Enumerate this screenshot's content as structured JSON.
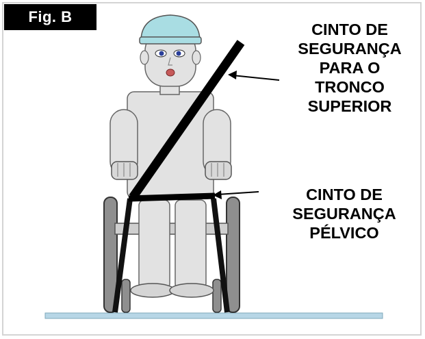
{
  "figure": {
    "label": "Fig. B"
  },
  "callouts": {
    "upper_torso": [
      "CINTO DE",
      "SEGURANÇA",
      "PARA O",
      "TRONCO",
      "SUPERIOR"
    ],
    "lap": [
      "CINTO DE",
      "SEGURANÇA",
      "PÉLVICO"
    ]
  },
  "colors": {
    "belt": "#000000",
    "cap": "#a9dde3",
    "body": "#e2e2e2",
    "wheelchair": "#8f8f8f",
    "floor": "#b7d6e6"
  }
}
